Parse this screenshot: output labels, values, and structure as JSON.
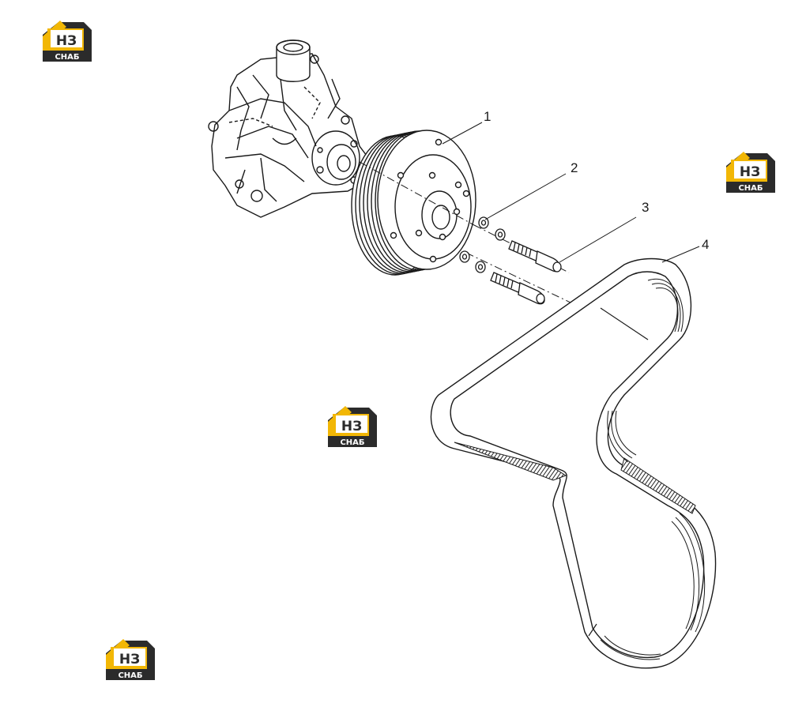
{
  "callouts": [
    {
      "id": "1",
      "label": "1"
    },
    {
      "id": "2",
      "label": "2"
    },
    {
      "id": "3",
      "label": "3"
    },
    {
      "id": "4",
      "label": "4"
    }
  ],
  "watermark": {
    "brand_top": "НЗ",
    "brand_bottom": "СНАБ",
    "colors": {
      "accent": "#F2B705",
      "dark": "#2b2b2b",
      "text": "#ffffff"
    }
  },
  "parts": [
    {
      "name": "water-pump-housing"
    },
    {
      "name": "belt-pulley"
    },
    {
      "name": "washer"
    },
    {
      "name": "bolt"
    },
    {
      "name": "poly-v-belt"
    }
  ]
}
